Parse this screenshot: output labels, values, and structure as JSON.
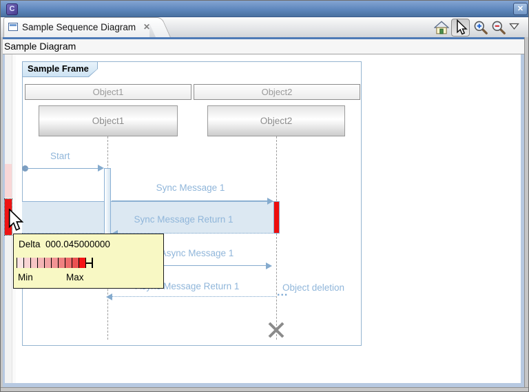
{
  "titlebar": {
    "close_glyph": "✕"
  },
  "tab_bar": {
    "tab": {
      "label": "Sample Sequence Diagram",
      "close_glyph": "✕"
    },
    "toolbar_icons": [
      "home-icon",
      "select-cursor-icon",
      "zoom-in-icon",
      "zoom-out-icon",
      "dropdown-arrow-icon"
    ],
    "selected_tool": "select-cursor-icon"
  },
  "view_header": {
    "title": "Sample Diagram"
  },
  "diagram": {
    "frame_label": "Sample Frame",
    "lifelines": [
      {
        "header_label": "Object1",
        "box_label": "Object1"
      },
      {
        "header_label": "Object2",
        "box_label": "Object2"
      }
    ],
    "messages": {
      "start": "Start",
      "sync_1": "Sync Message 1",
      "sync_return_1": "Sync Message Return 1",
      "async_1": "Async Message 1",
      "async_return_1": "Async Message Return 1",
      "object_deletion": "Object deletion",
      "continuation": "..."
    }
  },
  "time_compression_tooltip": {
    "label": "Delta",
    "value": "000.045000000",
    "min_label": "Min",
    "max_label": "Max",
    "scale_colors": [
      "#fbe3e3",
      "#f9d4d4",
      "#f7c5c5",
      "#f5b5b5",
      "#f3a5a5",
      "#f19494",
      "#ef8181",
      "#ed6c6c",
      "#ea5252",
      "#f51515"
    ]
  },
  "colors": {
    "accent_blue": "#4d7ab6",
    "frame_border": "#94b4d0",
    "message_blue": "#90b6da",
    "highlight_fill": "#dce8f2",
    "execution_red": "#ee0d0d",
    "compression_pink": "#f8d7d7",
    "tooltip_bg": "#f8f8c4"
  }
}
